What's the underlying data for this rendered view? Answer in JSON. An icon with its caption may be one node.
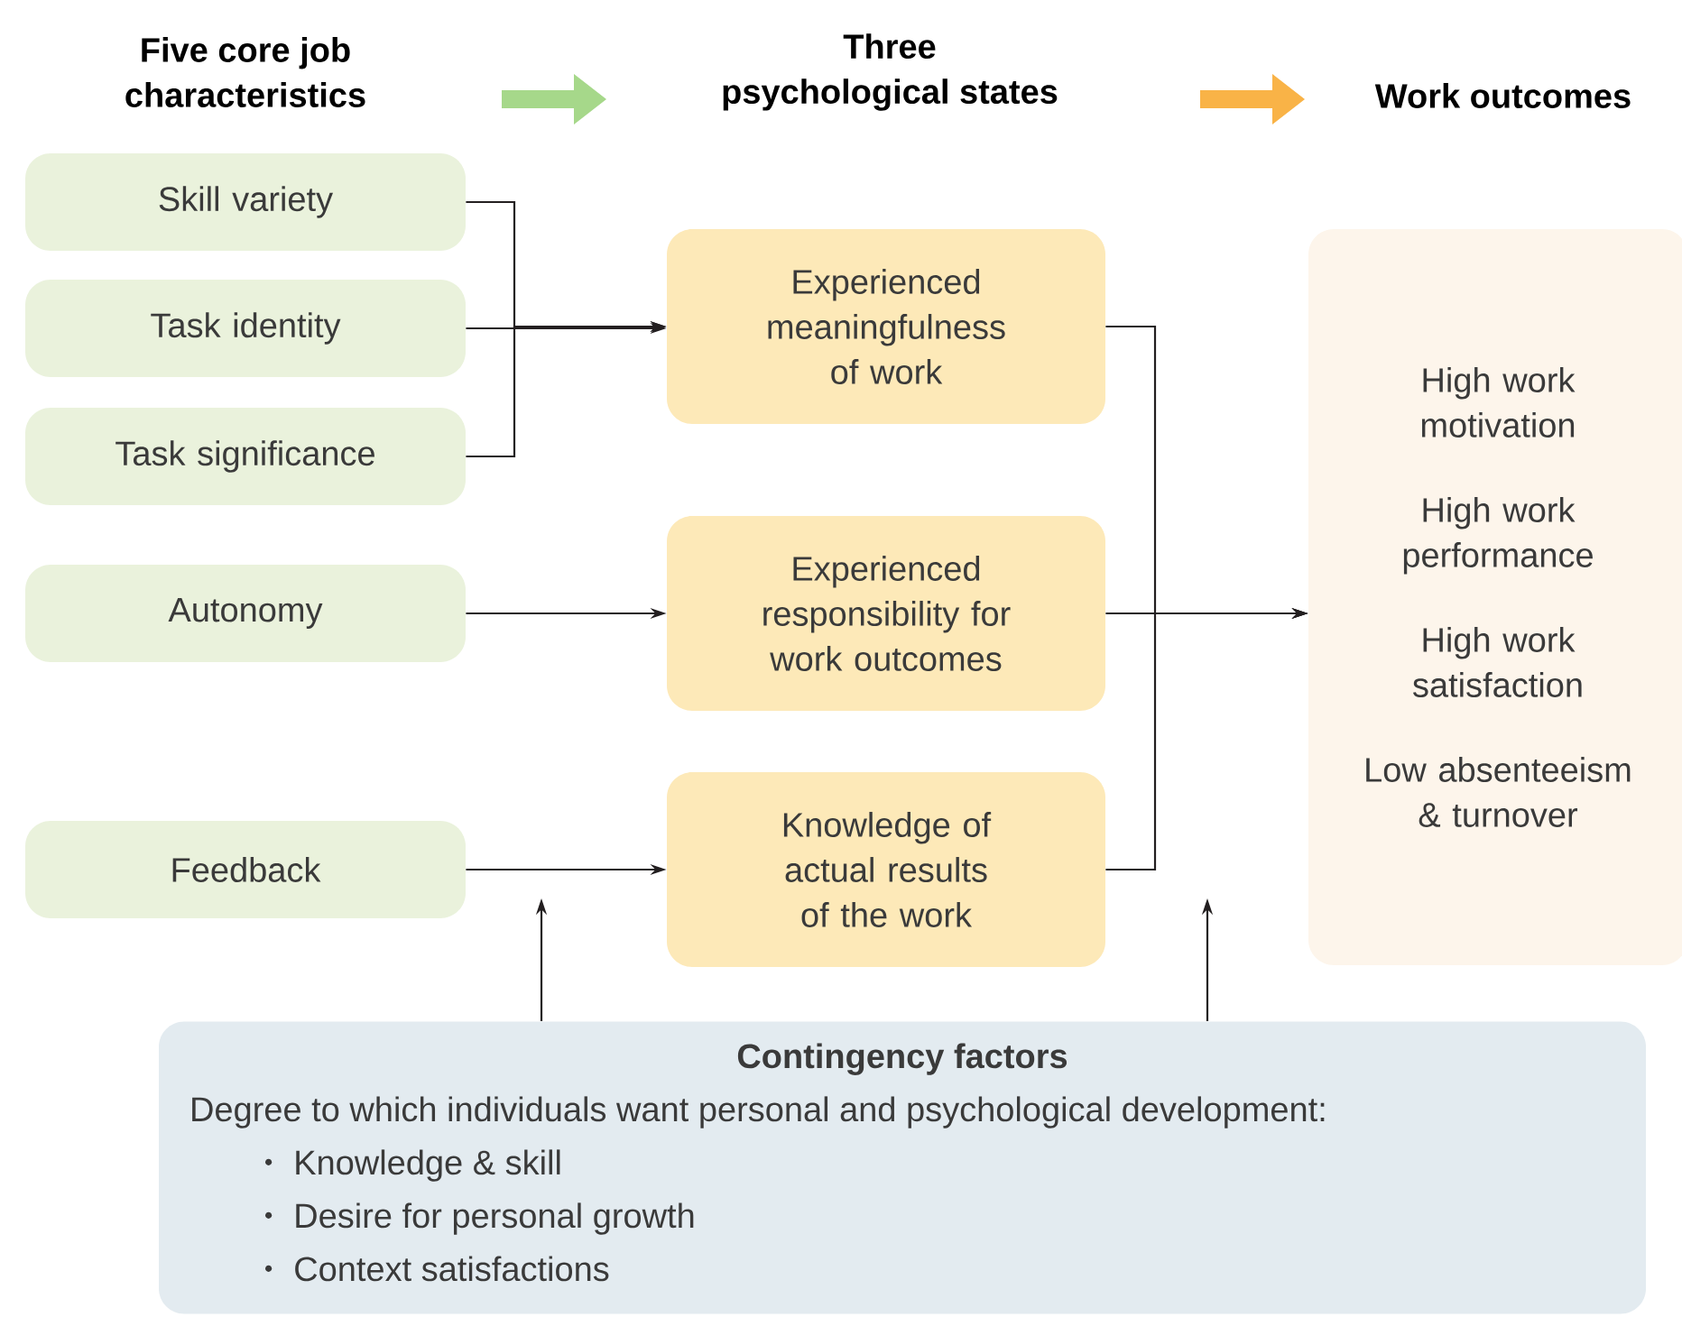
{
  "diagram": {
    "nodes": [
      {
        "text": [
          "Skill variety"
        ]
      },
      {
        "text": [
          "Task identity"
        ]
      },
      {
        "text": [
          "Task significance"
        ]
      },
      {
        "text": [
          "Autonomy"
        ]
      },
      {
        "text": [
          "Feedback"
        ]
      },
      {
        "text": [
          "Experienced meaningfulness of work"
        ]
      },
      {
        "text": [
          "Experienced responsibility for work outcomes"
        ]
      },
      {
        "text": [
          "Knowledge of actual results of the work"
        ]
      },
      {
        "text": [
          "High work motivation",
          "High work performance",
          "High work satisfaction",
          "Low absenteeism & turnover"
        ]
      },
      {
        "text": [
          "Contingency factors",
          "Degree to which individuals want personal and psychological development:",
          "Knowledge & skill",
          "Desire for personal growth",
          "Context satisfactions"
        ]
      }
    ],
    "edges": [
      {
        "from": 0,
        "to": 5,
        "arrow": "to"
      },
      {
        "from": 1,
        "to": 5,
        "arrow": "to"
      },
      {
        "from": 2,
        "to": 5,
        "arrow": "to"
      },
      {
        "from": 3,
        "to": 6,
        "arrow": "to"
      },
      {
        "from": 4,
        "to": 7,
        "arrow": "to"
      },
      {
        "from": 5,
        "to": 8,
        "arrow": "to"
      },
      {
        "from": 6,
        "to": 8,
        "arrow": "to"
      },
      {
        "from": 7,
        "to": 8,
        "arrow": "to"
      },
      {
        "from": 9,
        "to": null,
        "arrow": "to"
      },
      {
        "from": 9,
        "to": null,
        "arrow": "to"
      }
    ],
    "labels": [
      "Five core job characteristics",
      "Three psychological states",
      "Work outcomes"
    ]
  }
}
